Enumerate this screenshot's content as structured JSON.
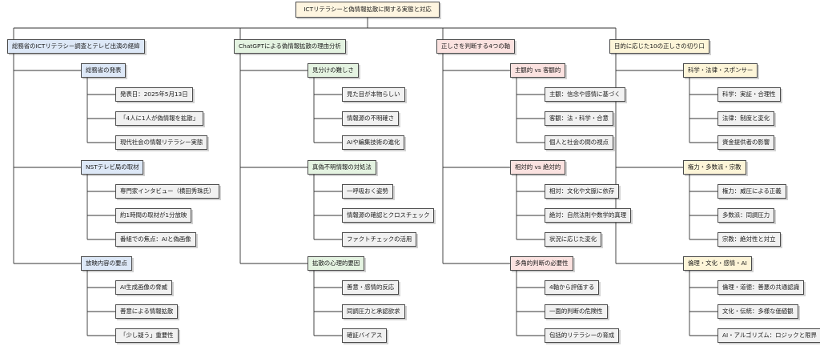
{
  "root": {
    "label": "ICTリテラシーと偽情報拡散に関する実態と対応"
  },
  "colors": {
    "root_fill": "#fef5e0",
    "cat_fills": [
      "#dde8f7",
      "#e4f3e1",
      "#fbe2e0",
      "#fdf5d8"
    ],
    "leaf_fill": "#f1f1f1",
    "line": "#333333"
  },
  "categories": [
    {
      "label": "総務省のICTリテラシー調査とテレビ出演の経緯",
      "subs": [
        {
          "label": "総務省の発表",
          "leaves": [
            "発表日：2025年5月13日",
            "「4人に1人が偽情報を拡散」",
            "現代社会の情報リテラシー実態"
          ]
        },
        {
          "label": "NSTテレビ局の取材",
          "leaves": [
            "専門家インタビュー（横田秀珠氏）",
            "約1時間の取材が1分放映",
            "番組での焦点：AIと偽画像"
          ]
        },
        {
          "label": "放映内容の要点",
          "leaves": [
            "AI生成画像の脅威",
            "善意による情報拡散",
            "「少し疑う」重要性"
          ]
        }
      ]
    },
    {
      "label": "ChatGPTによる偽情報拡散の理由分析",
      "subs": [
        {
          "label": "見分けの難しさ",
          "leaves": [
            "見た目が本物らしい",
            "情報源の不明確さ",
            "AIや編集技術の進化"
          ]
        },
        {
          "label": "真偽不明情報の対処法",
          "leaves": [
            "一呼吸おく姿勢",
            "情報源の確認とクロスチェック",
            "ファクトチェックの活用"
          ]
        },
        {
          "label": "拡散の心理的要因",
          "leaves": [
            "善意・感情的反応",
            "同調圧力と承認欲求",
            "確証バイアス"
          ]
        }
      ]
    },
    {
      "label": "正しさを判断する4つの軸",
      "subs": [
        {
          "label": "主観的 vs 客観的",
          "leaves": [
            "主観：信念や感情に基づく",
            "客観：法・科学・合意",
            "個人と社会の間の視点"
          ]
        },
        {
          "label": "相対的 vs 絶対的",
          "leaves": [
            "相対：文化や文脈に依存",
            "絶対：自然法則や数学的真理",
            "状況に応じた変化"
          ]
        },
        {
          "label": "多角的判断の必要性",
          "leaves": [
            "4軸から評価する",
            "一面的判断の危険性",
            "包括的リテラシーの育成"
          ]
        }
      ]
    },
    {
      "label": "目的に応じた10の正しさの切り口",
      "subs": [
        {
          "label": "科学・法律・スポンサー",
          "leaves": [
            "科学：実証・合理性",
            "法律：制度と変化",
            "資金提供者の影響"
          ]
        },
        {
          "label": "権力・多数派・宗教",
          "leaves": [
            "権力：威圧による正義",
            "多数派：同調圧力",
            "宗教：絶対性と対立"
          ]
        },
        {
          "label": "倫理・文化・感情・AI",
          "leaves": [
            "倫理・道徳：善悪の共通認識",
            "文化・伝統：多様な価値観",
            "AI・アルゴリズム：ロジックと限界"
          ]
        }
      ]
    }
  ]
}
